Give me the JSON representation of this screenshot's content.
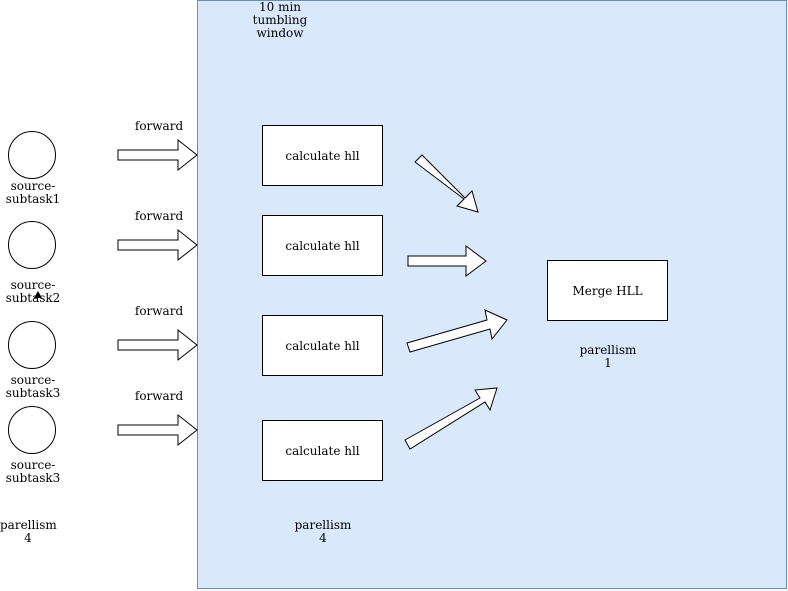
{
  "window": {
    "label": "10 min\ntumbling\nwindow"
  },
  "sources": [
    {
      "label": "source-\nsubtask1"
    },
    {
      "label": "source-\nsubtask2"
    },
    {
      "label": "source-\nsubtask3"
    },
    {
      "label": "source-\nsubtask3"
    }
  ],
  "edges": [
    {
      "label": "forward"
    },
    {
      "label": "forward"
    },
    {
      "label": "forward"
    },
    {
      "label": "forward"
    }
  ],
  "operators": [
    {
      "label": "calculate hll"
    },
    {
      "label": "calculate hll"
    },
    {
      "label": "calculate hll"
    },
    {
      "label": "calculate hll"
    }
  ],
  "merge": {
    "label": "Merge HLL",
    "parallelism": "parellism\n1"
  },
  "source_parallelism": "parellism\n4",
  "operator_parallelism": "parellism\n4",
  "colors": {
    "window_fill": "#dae8fc",
    "window_stroke": "#6c8ebf"
  }
}
